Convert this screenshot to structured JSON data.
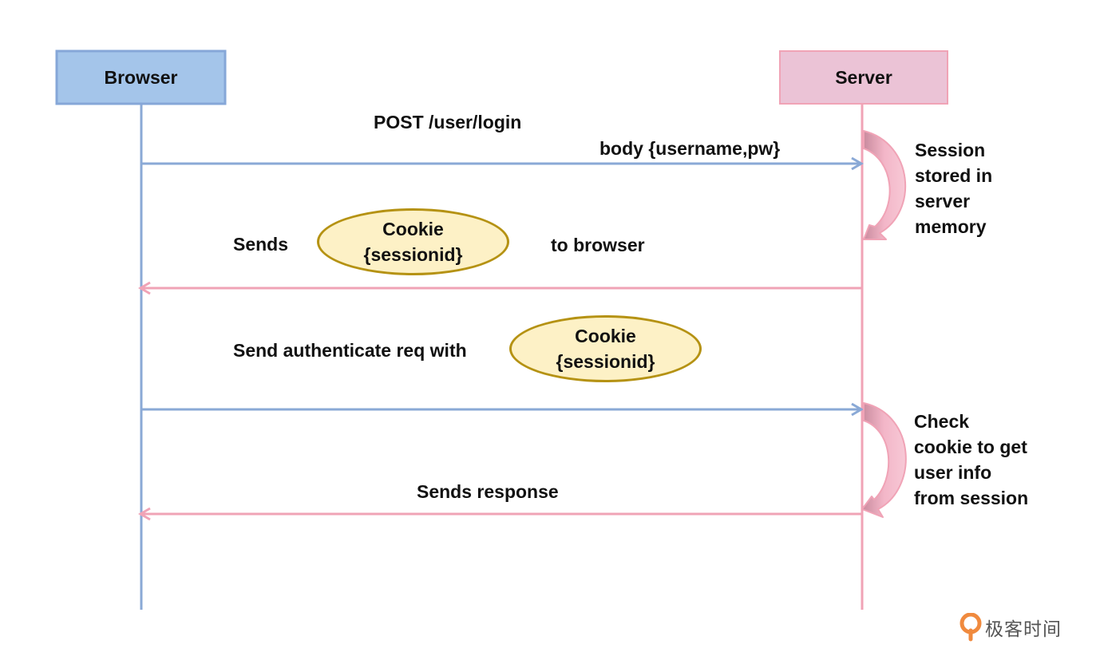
{
  "participants": {
    "browser": {
      "label": "Browser",
      "fill": "#a4c5ea",
      "stroke": "#86a7d8",
      "line": "#8aa9d6"
    },
    "server": {
      "label": "Server",
      "fill": "#ebc3d6",
      "stroke": "#f0a3b6",
      "line": "#f0a3b6"
    }
  },
  "messages": {
    "login_title": "POST /user/login",
    "login_body": "body {username,pw}",
    "sends": "Sends",
    "to_browser": "to browser",
    "auth_req": "Send authenticate req with",
    "response": "Sends response"
  },
  "cookie": {
    "line1": "Cookie",
    "line2": "{sessionid}"
  },
  "notes": {
    "session_store": [
      "Session",
      "stored in",
      "server",
      "memory"
    ],
    "check_cookie": [
      "Check",
      "cookie to get",
      "user info",
      "from session"
    ]
  },
  "brand": {
    "text": "极客时间",
    "color": "#f08a3e"
  }
}
